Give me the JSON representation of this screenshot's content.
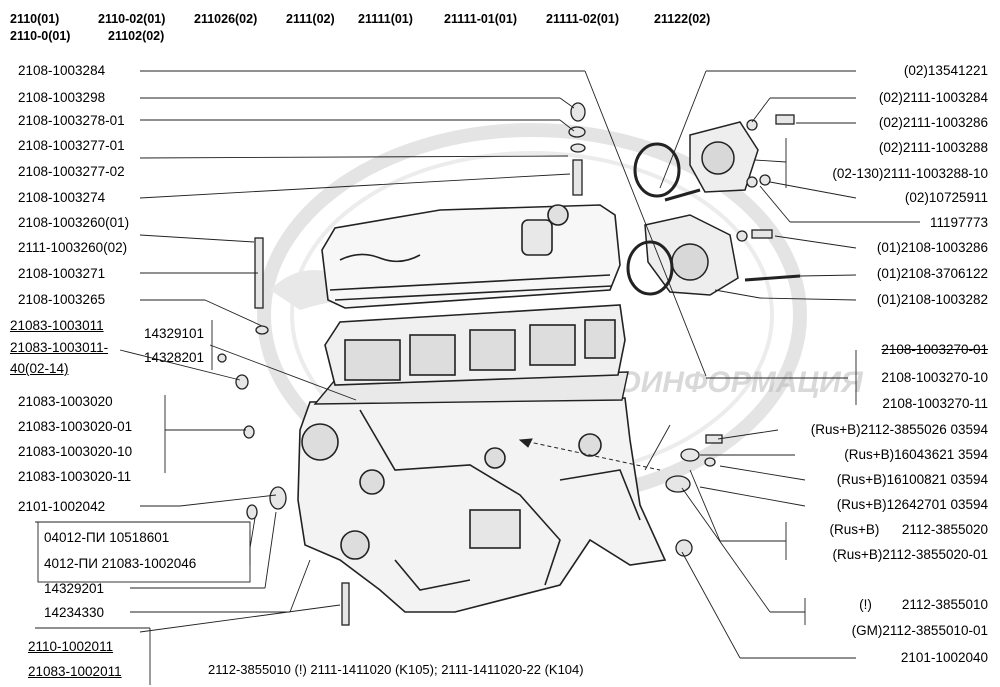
{
  "header": {
    "models_line1": [
      "2110(01)",
      "2110-02(01)",
      "211026(02)",
      "2111(02)",
      "21111(01)",
      "21111-01(01)",
      "21111-02(01)",
      "21122(02)"
    ],
    "models_line2": [
      "2110-0(01)",
      "21102(02)"
    ]
  },
  "watermark": {
    "text": "АВТОИНФОРМАЦИЯ"
  },
  "parts_left": [
    "2108-1003284",
    "2108-1003298",
    "2108-1003278-01",
    "2108-1003277-01",
    "2108-1003277-02",
    "2108-1003274",
    "2108-1003260(01)",
    "2111-1003260(02)",
    "2108-1003271",
    "2108-1003265",
    "21083-1003011",
    "21083-1003011-",
    "40(02-14)",
    "14329101",
    "14328201",
    "21083-1003020",
    "21083-1003020-01",
    "21083-1003020-10",
    "21083-1003020-11",
    "2101-1002042",
    "04012-ПИ 10518601",
    "4012-ПИ 21083-1002046",
    "14329201",
    "14234330",
    "2110-1002011",
    "21083-1002011"
  ],
  "parts_right": [
    "(02)13541221",
    "(02)2111-1003284",
    "(02)2111-1003286",
    "(02)2111-1003288",
    "(02-130)2111-1003288-10",
    "(02)10725911",
    "11197773",
    "(01)2108-1003286",
    "(01)2108-3706122",
    "(01)2108-1003282",
    "2108-1003270-01",
    "2108-1003270-10",
    "2108-1003270-11",
    "(Rus+B)2112-3855026 03594",
    "(Rus+B)16043621 3594",
    "(Rus+B)16100821 03594",
    "(Rus+B)12642701 03594",
    "(Rus+B)      2112-3855020",
    "(Rus+B)2112-3855020-01",
    "(!)        2112-3855010",
    "(GM)2112-3855010-01",
    "2101-1002040"
  ],
  "footnote": "2112-3855010 (!) 2111-1411020 (K105); 2111-1411020-22 (K104)"
}
